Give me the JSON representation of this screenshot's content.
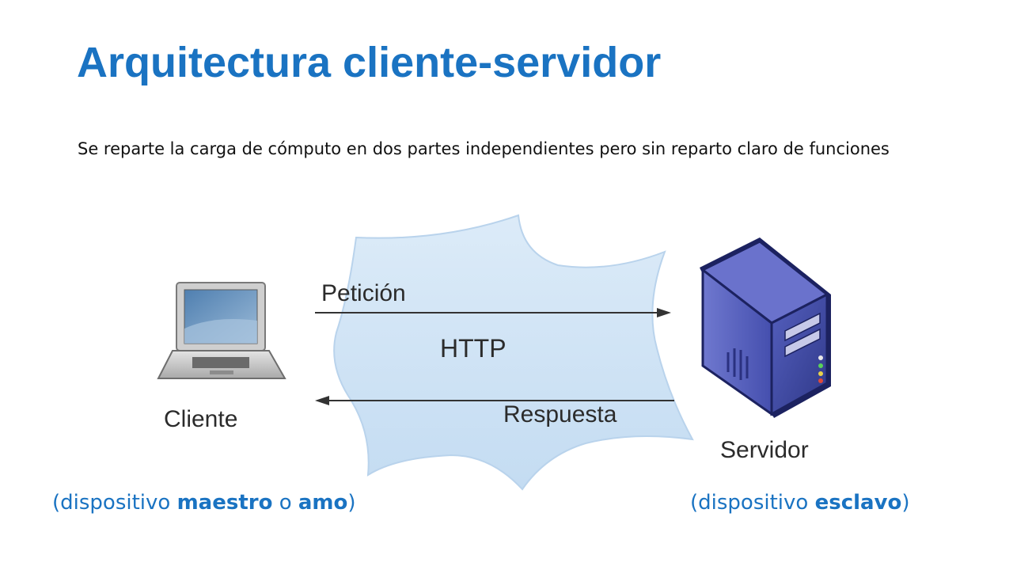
{
  "slide": {
    "title": "Arquitectura cliente-servidor",
    "body_text": "Se reparte la carga de cómputo en dos partes independientes pero sin reparto claro de funciones"
  },
  "diagram": {
    "network_label": "HTTP",
    "request_label": "Petición",
    "response_label": "Respuesta",
    "client_label": "Cliente",
    "server_label": "Servidor",
    "icons": [
      "laptop-icon",
      "server-tower-icon",
      "network-cloud-icon"
    ]
  },
  "captions": {
    "client": {
      "open": "(dispositivo ",
      "strong1": "maestro",
      "middle": " o ",
      "strong2": "amo",
      "close": ")"
    },
    "server": {
      "open": "(dispositivo ",
      "strong1": "esclavo",
      "close": ")"
    }
  },
  "colors": {
    "title": "#1a73c2",
    "caption": "#1a73c2",
    "server_body": "#3f4aa6",
    "cloud": "#cfe3f5"
  }
}
